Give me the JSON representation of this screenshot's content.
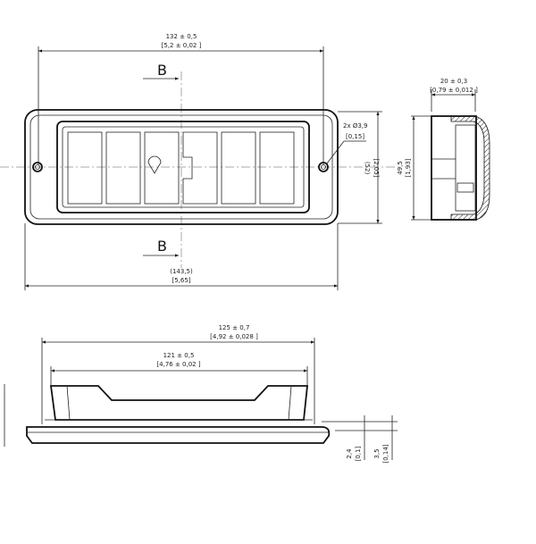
{
  "top_view": {
    "width_dim": "132 ± 0,5",
    "width_dim_in": "[5,2 ± 0,02 ]",
    "section_label_top": "B",
    "section_label_bottom": "B",
    "hole_dim": "2x Ø3,9",
    "hole_dim_in": "[0,15]",
    "height_dim": "(52)",
    "height_dim_in": "[2,05]",
    "overall_dim": "(143,5)",
    "overall_dim_in": "[5,65]"
  },
  "side_view": {
    "depth_dim": "20 ± 0,3",
    "depth_dim_in": "[0,79 ± 0,012 ]",
    "height_dim": "49,5",
    "height_dim_in": "[1,93]"
  },
  "bottom_view": {
    "outer_dim": "125 ± 0,7",
    "outer_dim_in": "[4,92 ± 0,028 ]",
    "inner_dim": "121 ± 0,5",
    "inner_dim_in": "[4,76 ± 0,02 ]",
    "flange_dim": "2,4",
    "flange_dim_in": "[0,1]",
    "total_flange_dim": "3,5",
    "total_flange_dim_in": "[0,14]"
  }
}
